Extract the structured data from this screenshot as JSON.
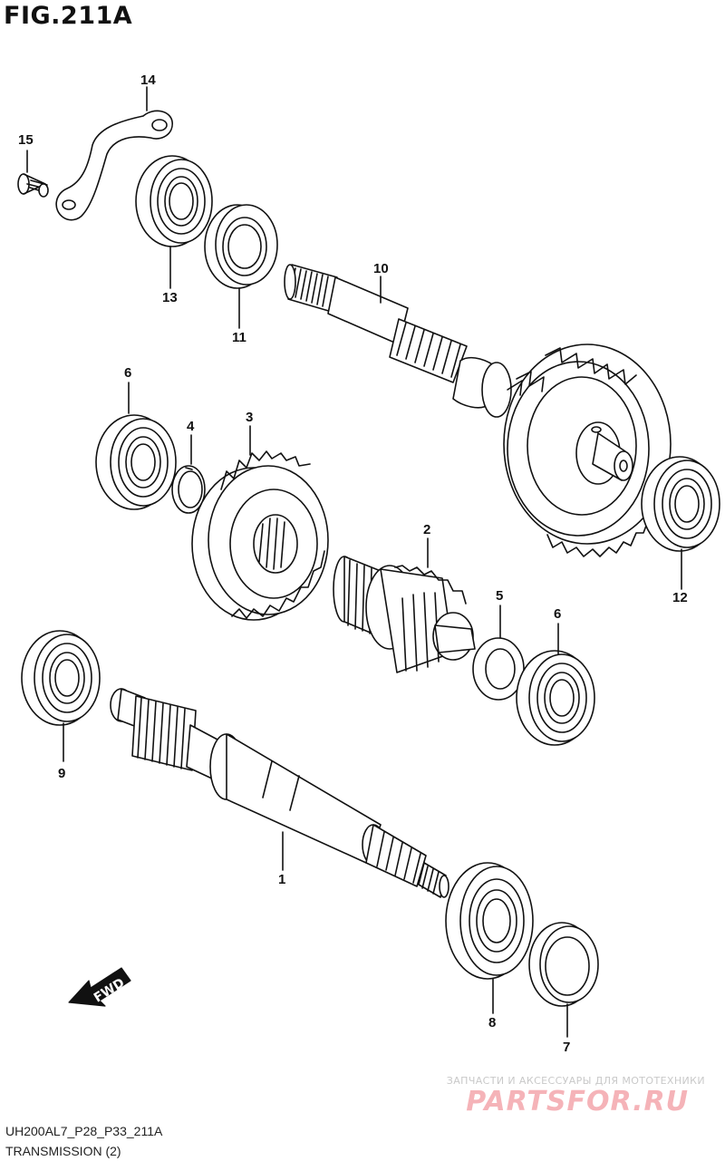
{
  "figure": {
    "title": "FIG.211A"
  },
  "parts": {
    "p1": "1",
    "p2": "2",
    "p3": "3",
    "p4": "4",
    "p5": "5",
    "p6a": "6",
    "p6b": "6",
    "p7": "7",
    "p8": "8",
    "p9": "9",
    "p10": "10",
    "p11": "11",
    "p12": "12",
    "p13": "13",
    "p14": "14",
    "p15": "15"
  },
  "direction_arrow": {
    "label": "FWD"
  },
  "footer": {
    "code": "UH200AL7_P28_P33_211A",
    "section": "TRANSMISSION (2)"
  },
  "watermark": {
    "tagline": "ЗАПЧАСТИ И АКСЕССУАРЫ ДЛЯ МОТОТЕХНИКИ",
    "logo": "PARTSFOR.RU"
  }
}
